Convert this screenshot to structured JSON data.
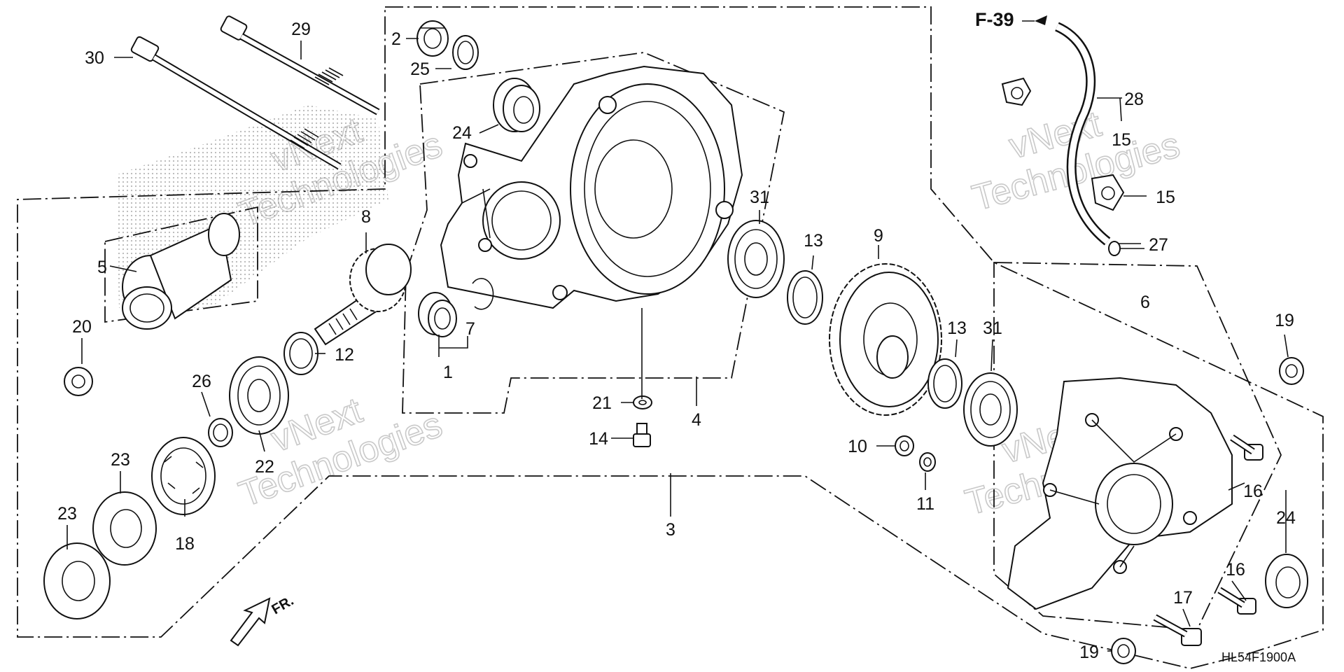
{
  "diagram": {
    "callouts": [
      {
        "id": "c1",
        "text": "1"
      },
      {
        "id": "c2",
        "text": "2"
      },
      {
        "id": "c3",
        "text": "3"
      },
      {
        "id": "c4",
        "text": "4"
      },
      {
        "id": "c5",
        "text": "5"
      },
      {
        "id": "c6",
        "text": "6"
      },
      {
        "id": "c7",
        "text": "7"
      },
      {
        "id": "c8",
        "text": "8"
      },
      {
        "id": "c9",
        "text": "9"
      },
      {
        "id": "c10",
        "text": "10"
      },
      {
        "id": "c11",
        "text": "11"
      },
      {
        "id": "c12",
        "text": "12"
      },
      {
        "id": "c13a",
        "text": "13"
      },
      {
        "id": "c13b",
        "text": "13"
      },
      {
        "id": "c14",
        "text": "14"
      },
      {
        "id": "c15a",
        "text": "15"
      },
      {
        "id": "c15b",
        "text": "15"
      },
      {
        "id": "c16a",
        "text": "16"
      },
      {
        "id": "c16b",
        "text": "16"
      },
      {
        "id": "c17",
        "text": "17"
      },
      {
        "id": "c18",
        "text": "18"
      },
      {
        "id": "c19a",
        "text": "19"
      },
      {
        "id": "c19b",
        "text": "19"
      },
      {
        "id": "c20",
        "text": "20"
      },
      {
        "id": "c21",
        "text": "21"
      },
      {
        "id": "c22",
        "text": "22"
      },
      {
        "id": "c23a",
        "text": "23"
      },
      {
        "id": "c23b",
        "text": "23"
      },
      {
        "id": "c24a",
        "text": "24"
      },
      {
        "id": "c24b",
        "text": "24"
      },
      {
        "id": "c25",
        "text": "25"
      },
      {
        "id": "c26",
        "text": "26"
      },
      {
        "id": "c27",
        "text": "27"
      },
      {
        "id": "c28",
        "text": "28"
      },
      {
        "id": "c29",
        "text": "29"
      },
      {
        "id": "c30",
        "text": "30"
      },
      {
        "id": "c31a",
        "text": "31"
      },
      {
        "id": "c31b",
        "text": "31"
      }
    ],
    "reference": "F-39",
    "front_indicator": "FR.",
    "diagram_code": "HL54F1900A",
    "watermark": [
      "vNext",
      "Technologies"
    ]
  }
}
